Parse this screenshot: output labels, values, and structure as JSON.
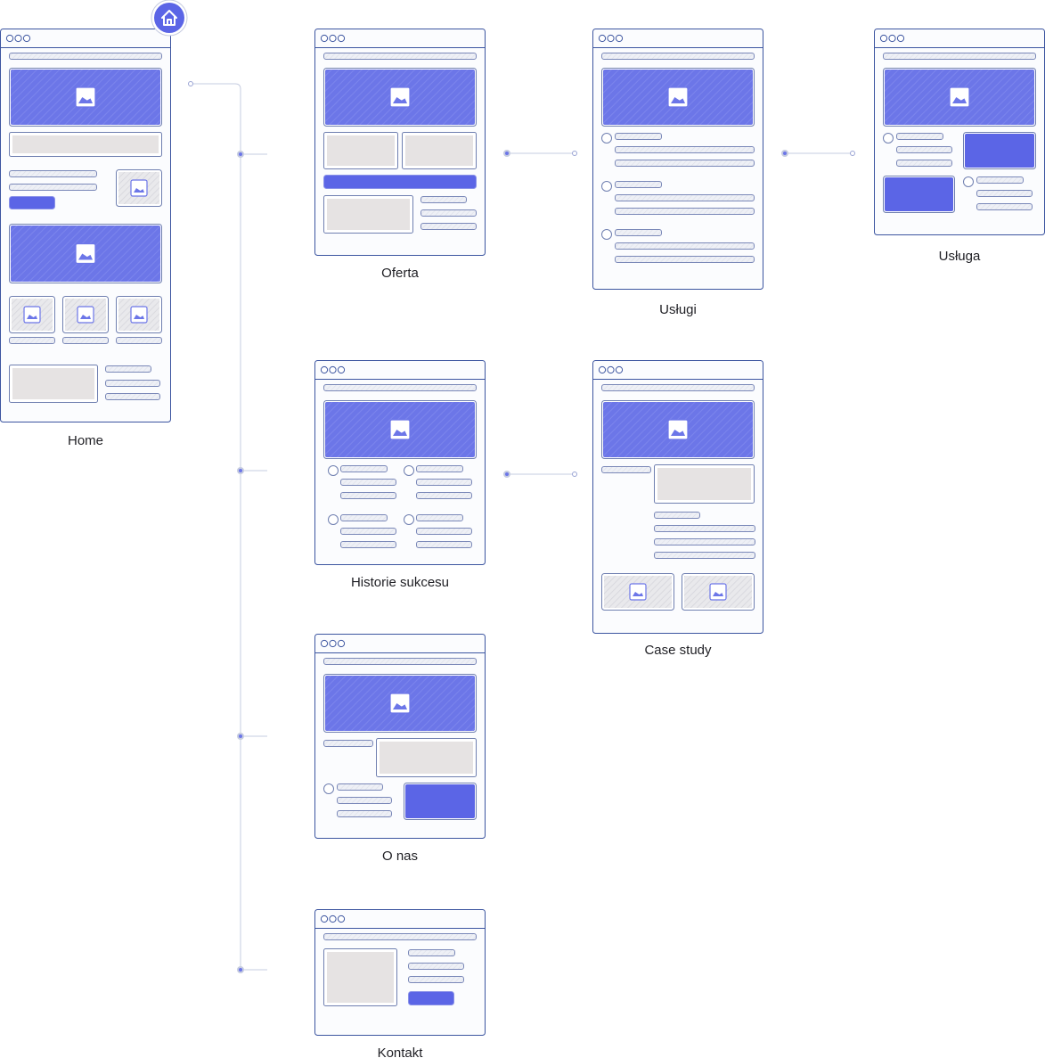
{
  "pages": {
    "home": {
      "label": "Home"
    },
    "oferta": {
      "label": "Oferta"
    },
    "uslugi": {
      "label": "Usługi"
    },
    "usluga": {
      "label": "Usługa"
    },
    "historie": {
      "label": "Historie sukcesu"
    },
    "case_study": {
      "label": "Case study"
    },
    "o_nas": {
      "label": "O nas"
    },
    "kontakt": {
      "label": "Kontakt"
    }
  },
  "icons": {
    "home_badge": "home-icon",
    "media": "image-icon"
  },
  "colors": {
    "accent": "#5b65e6",
    "hero": "#6c76e8",
    "frame": "#3c55a0",
    "placeholder": "#e6e3e3",
    "bar": "#eef0f6",
    "connector": "#c6cce0"
  }
}
